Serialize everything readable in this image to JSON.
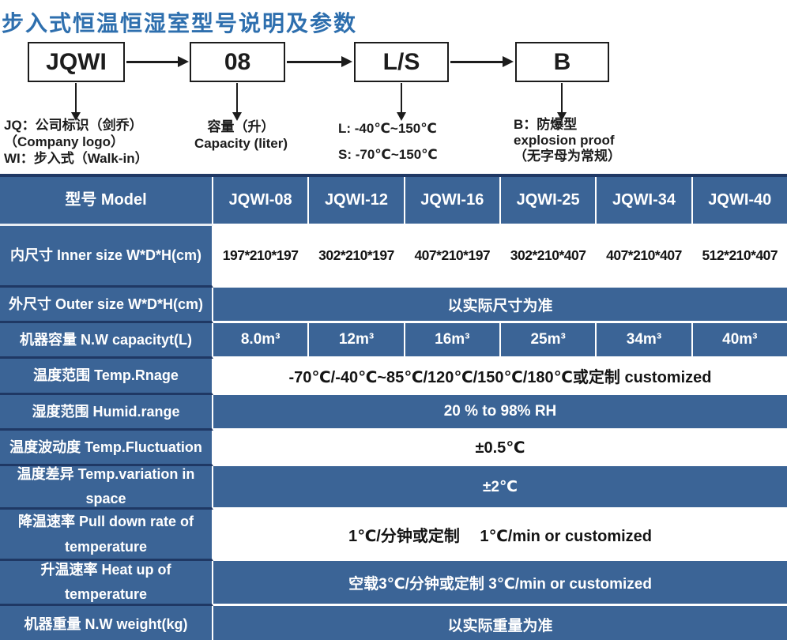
{
  "title": "步入式恒温恒湿室型号说明及参数",
  "flow": {
    "boxes": [
      {
        "label": "JQWI",
        "notes": [
          "JQ：公司标识（剑乔）",
          "（Company logo）",
          "WI：步入式（Walk-in）"
        ]
      },
      {
        "label": "08",
        "notes": [
          "容量（升）",
          "Capacity (liter)"
        ]
      },
      {
        "label": "L/S",
        "notes": [
          "L: -40℃~150℃",
          "S: -70℃~150℃"
        ]
      },
      {
        "label": "B",
        "notes": [
          "B：防爆型",
          "explosion proof",
          "（无字母为常规）"
        ]
      }
    ]
  },
  "table": {
    "header": {
      "model_label": "型号 Model",
      "columns": [
        "JQWI-08",
        "JQWI-12",
        "JQWI-16",
        "JQWI-25",
        "JQWI-34",
        "JQWI-40"
      ]
    },
    "rows": [
      {
        "label": "内尺寸 Inner size W*D*H(cm)",
        "values": [
          "197*210*197",
          "302*210*197",
          "407*210*197",
          "302*210*407",
          "407*210*407",
          "512*210*407"
        ]
      },
      {
        "label": "外尺寸 Outer size W*D*H(cm)",
        "value": "以实际尺寸为准"
      },
      {
        "label": "机器容量 N.W capacityt(L)",
        "values": [
          "8.0m³",
          "12m³",
          "16m³",
          "25m³",
          "34m³",
          "40m³"
        ]
      },
      {
        "label": "温度范围 Temp.Rnage",
        "value": "-70℃/-40℃~85℃/120℃/150℃/180℃或定制 customized"
      },
      {
        "label": "湿度范围 Humid.range",
        "value": "20 % to 98% RH"
      },
      {
        "label": "温度波动度 Temp.Fluctuation",
        "value": "±0.5℃"
      },
      {
        "label": "温度差异 Temp.variation in space",
        "value": "±2℃"
      },
      {
        "label": "降温速率 Pull down rate of temperature",
        "value": "1℃/分钟或定制　 1℃/min or customized"
      },
      {
        "label": "升温速率 Heat up of temperature",
        "value": "空载3℃/分钟或定制 3℃/min or customized"
      },
      {
        "label": "机器重量 N.W weight(kg)",
        "value": "以实际重量为准"
      }
    ]
  },
  "colors": {
    "title_blue": "#2e6fae",
    "cell_blue": "#3b6496",
    "border_navy": "#1f3864",
    "text_dark": "#141414"
  }
}
